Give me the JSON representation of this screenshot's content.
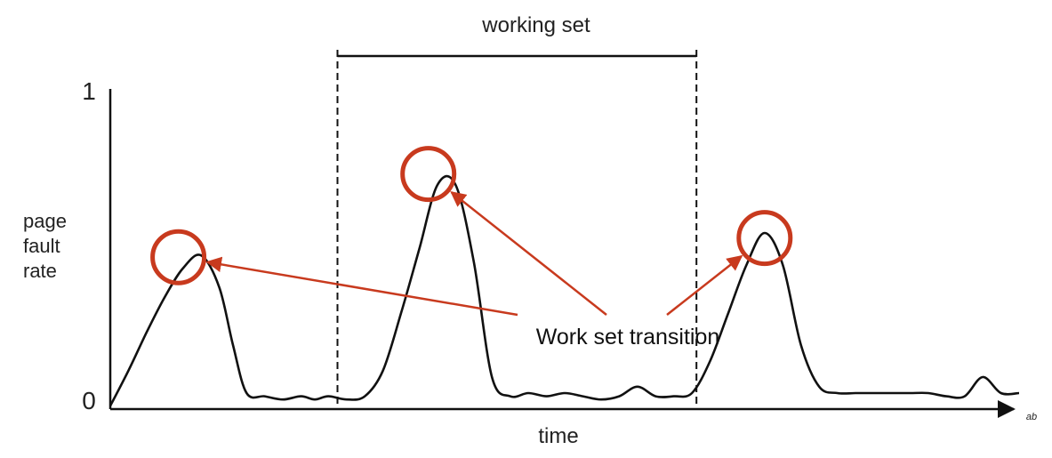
{
  "chart_data": {
    "type": "line",
    "title": "",
    "xlabel": "time",
    "ylabel": "page\nfault\nrate",
    "y_ticks": [
      "0",
      "1"
    ],
    "ylim": [
      0,
      1
    ],
    "xlim": [
      0,
      100
    ],
    "x_axis_end_label": "ab",
    "grid": false,
    "series": [
      {
        "x": [
          0,
          2,
          4,
          6,
          8,
          10,
          12,
          13.5,
          15,
          17,
          19,
          21,
          22.5,
          24,
          26,
          28,
          30,
          32,
          34,
          36,
          38,
          40,
          42,
          44,
          46,
          48,
          50,
          52,
          54,
          56,
          58,
          60,
          62,
          64,
          66,
          68,
          70,
          72,
          74,
          76,
          78,
          80,
          82,
          84,
          86,
          88,
          90,
          92,
          94,
          96,
          98,
          100
        ],
        "y": [
          0.01,
          0.12,
          0.24,
          0.35,
          0.44,
          0.48,
          0.38,
          0.2,
          0.05,
          0.04,
          0.03,
          0.04,
          0.03,
          0.04,
          0.03,
          0.04,
          0.12,
          0.3,
          0.5,
          0.7,
          0.7,
          0.46,
          0.1,
          0.04,
          0.05,
          0.04,
          0.05,
          0.04,
          0.03,
          0.04,
          0.07,
          0.04,
          0.04,
          0.05,
          0.15,
          0.3,
          0.45,
          0.55,
          0.45,
          0.2,
          0.07,
          0.05,
          0.05,
          0.05,
          0.05,
          0.05,
          0.05,
          0.04,
          0.04,
          0.1,
          0.05,
          0.05
        ]
      }
    ],
    "dashed_markers_x": [
      25,
      64.5
    ],
    "span_label": "working set",
    "annotation": {
      "text": "Work set transition",
      "points": [
        {
          "x": 7.5,
          "y": 0.48
        },
        {
          "x": 35,
          "y": 0.74
        },
        {
          "x": 72,
          "y": 0.54
        }
      ]
    },
    "colors": {
      "line": "#111111",
      "axis": "#111111",
      "highlight": "#c83a1e"
    }
  }
}
